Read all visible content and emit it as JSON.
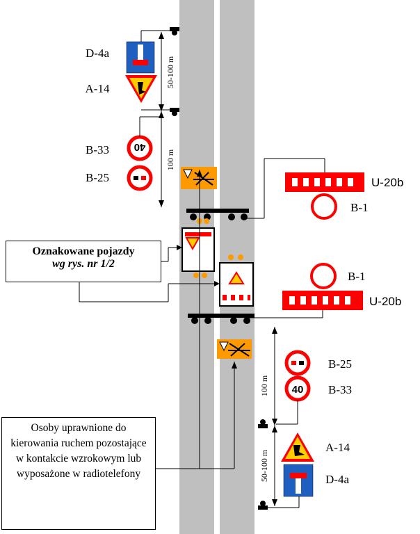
{
  "signs": {
    "top": {
      "d4a": "D-4a",
      "a14": "A-14",
      "b33": "B-33",
      "b25": "B-25",
      "b33_value": "40"
    },
    "right_top": {
      "u20b": "U-20b",
      "b1": "B-1"
    },
    "right_mid": {
      "b1": "B-1",
      "u20b": "U-20b"
    },
    "bottom": {
      "b25": "B-25",
      "b33": "B-33",
      "a14": "A-14",
      "d4a": "D-4a",
      "b33_value": "40"
    }
  },
  "dimensions": {
    "top_50_100": "50-100 m",
    "top_100": "100 m",
    "bottom_100": "100 m",
    "bottom_50_100": "50-100 m"
  },
  "callouts": {
    "vehicles_line1": "Oznakowane pojazdy",
    "vehicles_line2": "wg rys. nr 1/2",
    "persons_text": "Osoby uprawnione do kierowania ruchem pozostające w kontakcie wzrokowym lub wyposażone w radiotelefony"
  },
  "colors": {
    "road": "#bfbfbf",
    "sign_red": "#ff0000",
    "sign_blue": "#1f5fbf",
    "work_orange": "#ff9900",
    "warning_yellow": "#ffcc00"
  }
}
